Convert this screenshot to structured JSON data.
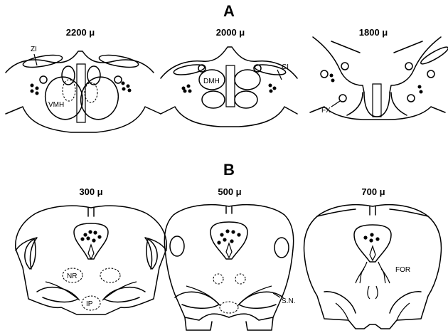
{
  "panels": [
    {
      "letter": "A",
      "sections": [
        {
          "level": "2200 μ",
          "labels": [
            "ZI",
            "VMH"
          ]
        },
        {
          "level": "2000 μ",
          "labels": [
            "DMH",
            "CI"
          ]
        },
        {
          "level": "1800 μ",
          "labels": [
            "FX"
          ]
        }
      ]
    },
    {
      "letter": "B",
      "sections": [
        {
          "level": "300 μ",
          "labels": [
            "NR",
            "IP"
          ]
        },
        {
          "level": "500 μ",
          "labels": [
            "S.N."
          ]
        },
        {
          "level": "700 μ",
          "labels": [
            "FOR"
          ]
        }
      ]
    }
  ]
}
